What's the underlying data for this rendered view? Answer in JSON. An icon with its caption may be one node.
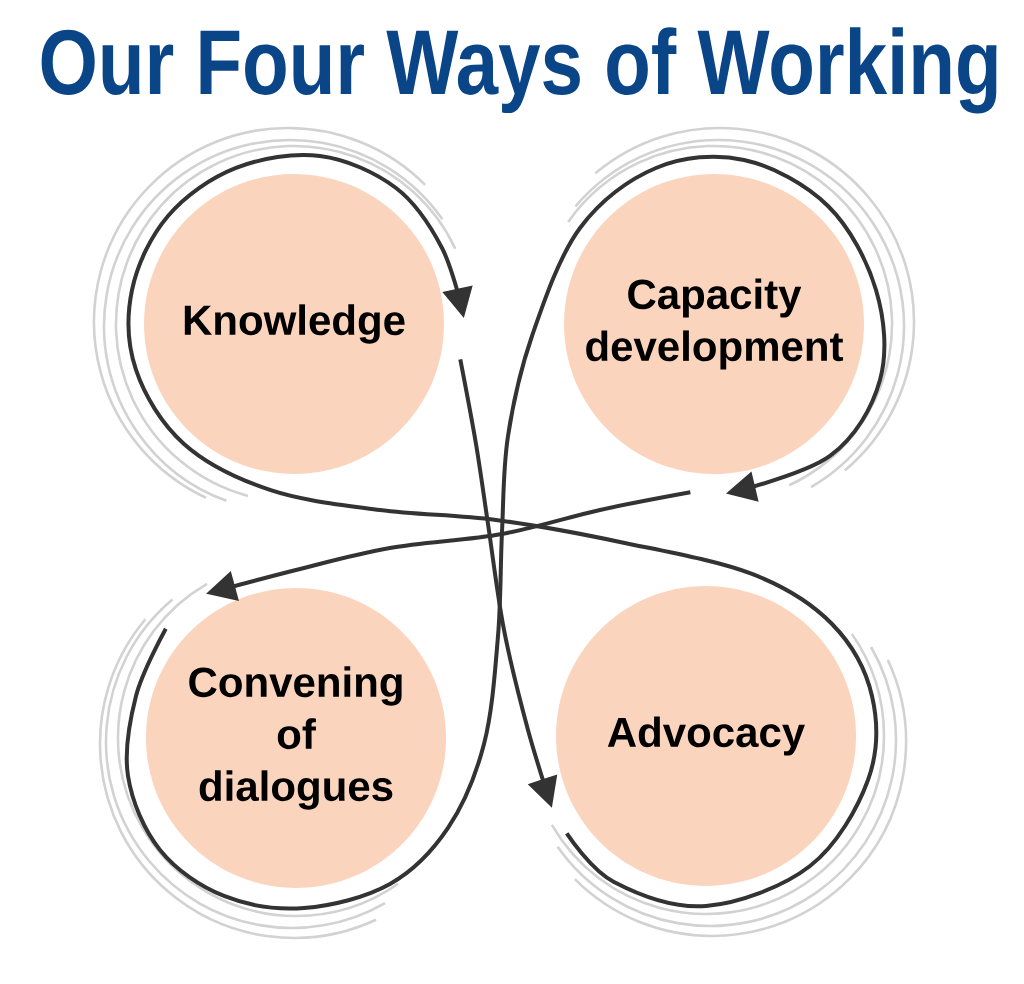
{
  "diagram": {
    "title": "Our Four Ways of Working",
    "nodes": [
      {
        "text": [
          "Knowledge"
        ]
      },
      {
        "text": [
          "Capacity development"
        ]
      },
      {
        "text": [
          "Convening of dialogues"
        ]
      },
      {
        "text": [
          "Advocacy"
        ]
      }
    ],
    "edges": [
      {
        "from": 0,
        "to": 3,
        "arrow": "to"
      },
      {
        "from": 3,
        "to": 0,
        "arrow": "to"
      },
      {
        "from": 1,
        "to": 2,
        "arrow": "to"
      },
      {
        "from": 2,
        "to": 1,
        "arrow": "to"
      }
    ]
  }
}
